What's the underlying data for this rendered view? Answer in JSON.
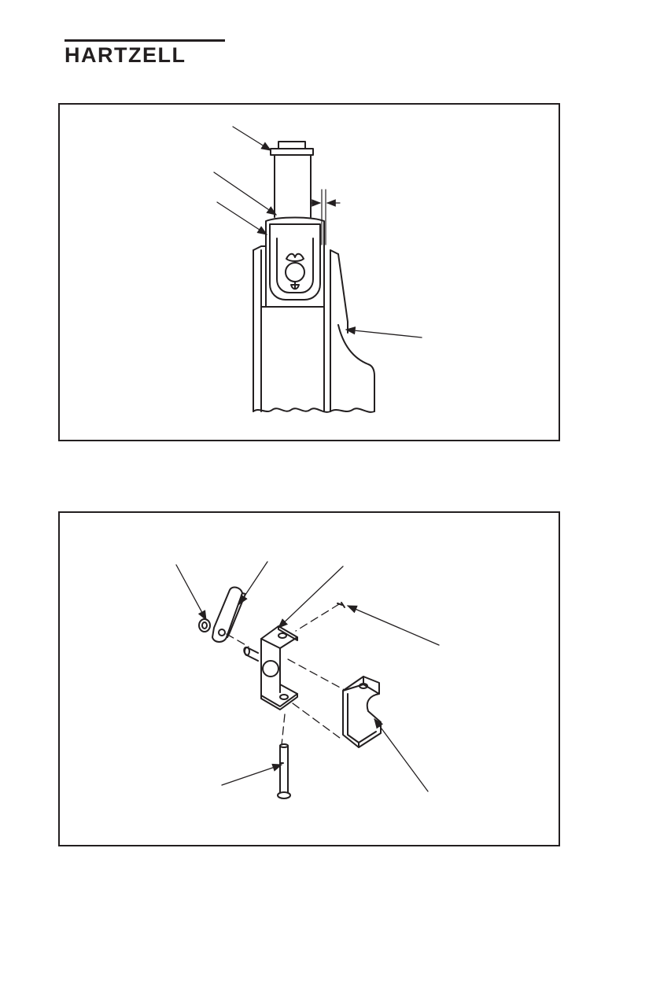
{
  "header": {
    "brand": "HARTZELL"
  },
  "colors": {
    "ink": "#231f20",
    "paper": "#ffffff"
  },
  "figures": [
    {
      "id": "fig1",
      "subject": "pin-and-block-side-view"
    },
    {
      "id": "fig2",
      "subject": "exploded-bracket-assembly"
    }
  ]
}
